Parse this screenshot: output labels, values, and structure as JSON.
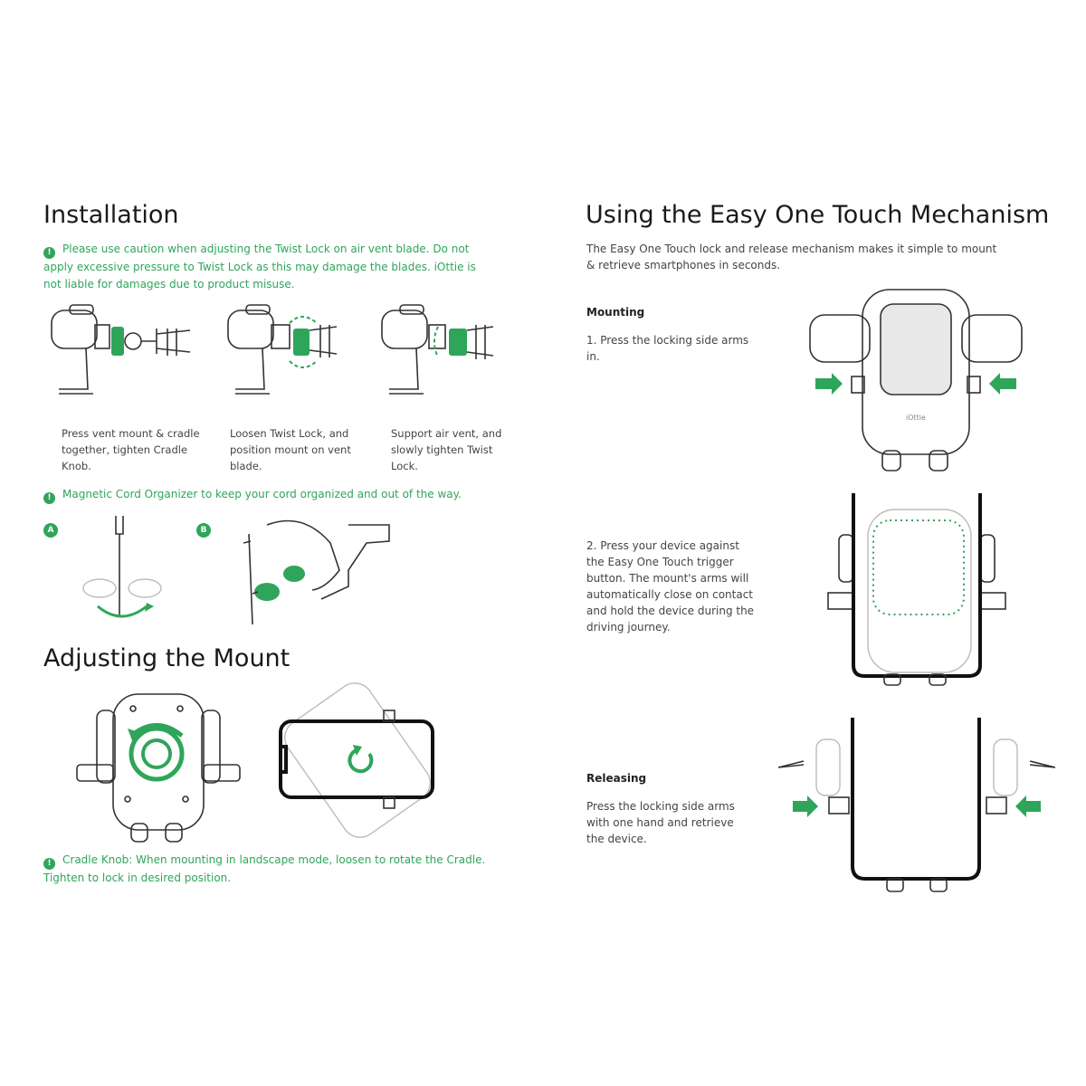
{
  "installation": {
    "title": "Installation",
    "warning_badge": "!",
    "warning": "Please use caution when adjusting the Twist Lock on air vent blade. Do not apply excessive pressure to Twist Lock as this may damage the blades. iOttie is not liable for damages due to product misuse.",
    "steps": [
      {
        "caption": "Press vent mount & cradle together, tighten Cradle Knob."
      },
      {
        "caption": "Loosen Twist Lock, and position mount on vent blade."
      },
      {
        "caption": "Support air vent, and slowly tighten Twist Lock."
      }
    ],
    "cord_note_badge": "!",
    "cord_note": "Magnetic Cord Organizer to keep your cord organized and out of the way.",
    "badge_a": "A",
    "badge_b": "B"
  },
  "adjusting": {
    "title": "Adjusting the Mount",
    "note_badge": "!",
    "note": "Cradle Knob: When mounting in landscape mode, loosen to rotate the Cradle. Tighten to lock in desired position."
  },
  "easy_one_touch": {
    "title": "Using the Easy One Touch Mechanism",
    "intro": "The Easy One Touch lock and release mechanism makes it simple to mount & retrieve smartphones in seconds.",
    "mounting_heading": "Mounting",
    "mounting_step1": "1. Press the locking side arms in.",
    "mounting_step2": "2. Press your device against the Easy One Touch trigger button. The mount's arms will automatically close on contact and hold the device during the driving journey.",
    "releasing_heading": "Releasing",
    "releasing_text": "Press the locking side arms with one hand and retrieve the device.",
    "brand_mark": "iOttie"
  },
  "colors": {
    "accent": "#2fa55a",
    "text": "#444444",
    "heading": "#1a1a1a"
  }
}
